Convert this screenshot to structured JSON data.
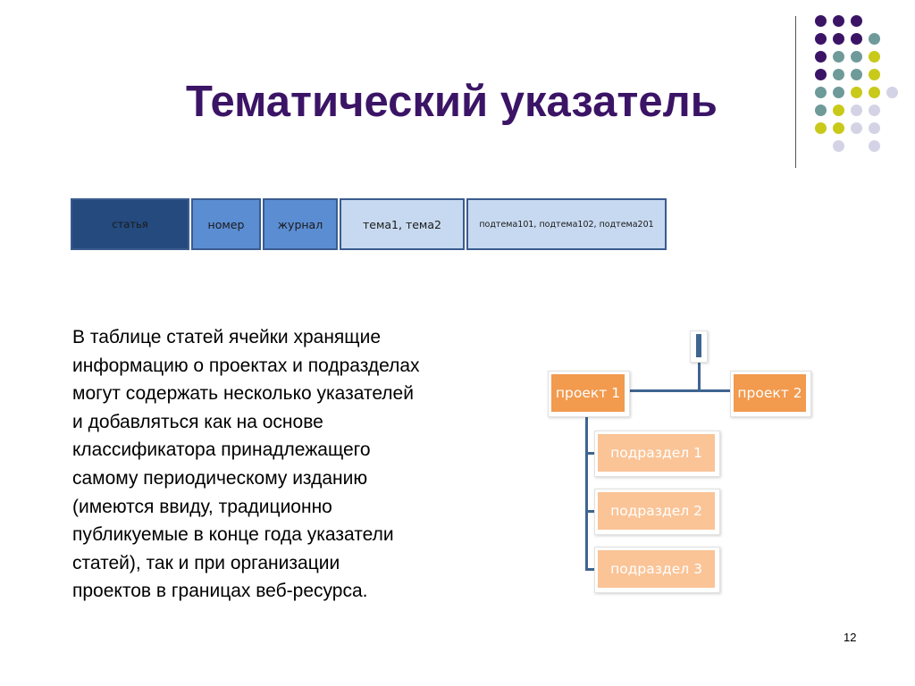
{
  "slide": {
    "title": "Тематический указатель",
    "page_number": "12"
  },
  "colors": {
    "title": "#3b1466",
    "dark_purple": "#3b1466",
    "teal": "#6f9a9a",
    "yellow_green": "#c9c91a",
    "lavender": "#d4d3e6",
    "dark_cell": "#244a7e",
    "mid_cell": "#5b8dd3",
    "light_cell": "#c7d9f0",
    "cell_border": "#3a5c8f",
    "project": "#f29a4e",
    "subsection": "#fac497",
    "connector": "#3f6590"
  },
  "record_cells": [
    {
      "label": "статья",
      "style": "dark"
    },
    {
      "label": "номер",
      "style": "mid"
    },
    {
      "label": "журнал",
      "style": "mid"
    },
    {
      "label": "тема1, тема2",
      "style": "light"
    },
    {
      "label": "подтема101, подтема102, подтема201",
      "style": "light"
    }
  ],
  "body_lines": [
    "В таблице статей ячейки хранящие",
    "информацию о проектах и подразделах",
    "могут содержать несколько указателей",
    "и добавляться как на основе",
    "классификатора принадлежащего",
    "самому периодическому изданию",
    "(имеются ввиду, традиционно",
    "публикуемые в конце года указатели",
    "статей), так и при организации",
    "проектов в границах веб-ресурса."
  ],
  "diagram": {
    "projects": [
      "проект 1",
      "проект 2"
    ],
    "subsections": [
      "подраздел 1",
      "подраздел  2",
      "подраздел  3"
    ]
  }
}
